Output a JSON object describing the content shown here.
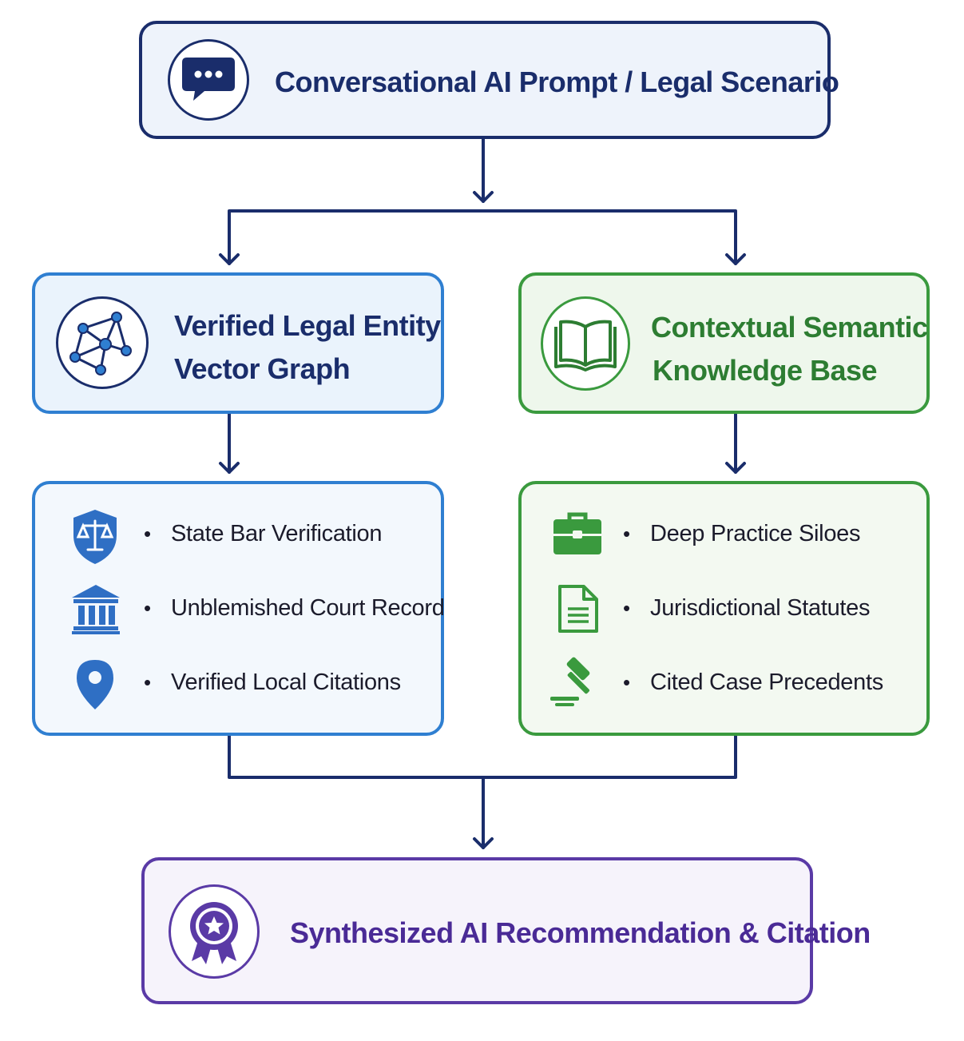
{
  "top": {
    "title": "Conversational AI Prompt / Legal Scenario",
    "icon": "chat-bubble-icon"
  },
  "left": {
    "title_line1": "Verified Legal Entity",
    "title_line2": "Vector Graph",
    "icon": "network-graph-icon",
    "items": [
      {
        "label": "State Bar Verification",
        "icon": "shield-scales-icon"
      },
      {
        "label": "Unblemished Court Record",
        "icon": "courthouse-icon"
      },
      {
        "label": "Verified Local Citations",
        "icon": "location-pin-icon"
      }
    ]
  },
  "right": {
    "title_line1": "Contextual Semantic",
    "title_line2": "Knowledge Base",
    "icon": "open-book-icon",
    "items": [
      {
        "label": "Deep Practice Siloes",
        "icon": "briefcase-icon"
      },
      {
        "label": "Jurisdictional Statutes",
        "icon": "document-icon"
      },
      {
        "label": "Cited Case Precedents",
        "icon": "gavel-icon"
      }
    ]
  },
  "bottom": {
    "title": "Synthesized AI Recommendation & Citation",
    "icon": "award-badge-icon"
  },
  "colors": {
    "navy": "#1a2d6b",
    "blue": "#2f7fd1",
    "green": "#3a9a3e",
    "purple": "#5a3aa6",
    "connector": "#1a2d6b"
  }
}
